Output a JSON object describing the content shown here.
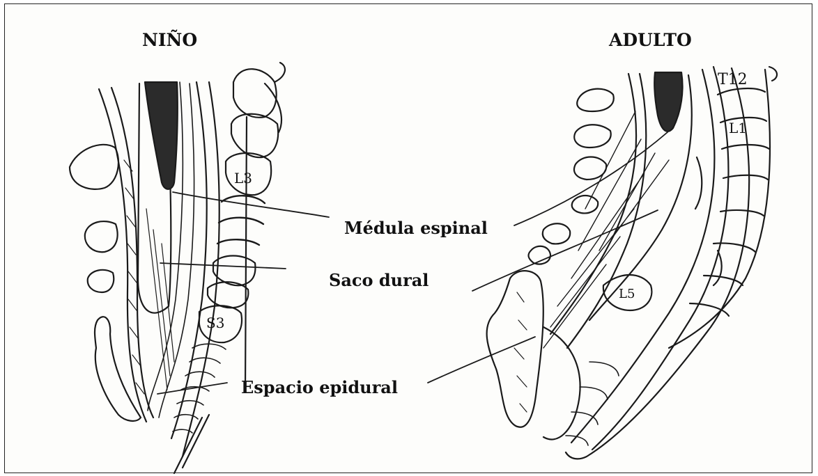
{
  "diagram": {
    "panels": [
      {
        "title": "NIÑO",
        "vertebra_labels": [
          "L3",
          "S3"
        ]
      },
      {
        "title": "ADULTO",
        "vertebra_labels": [
          "T12",
          "L1",
          "L5"
        ]
      }
    ],
    "callouts": [
      "Médula espinal",
      "Saco dural",
      "Espacio epidural"
    ],
    "colors": {
      "ink": "#1a1a1a",
      "cord": "#2b2b2b",
      "paper": "#fdfdfb"
    }
  }
}
